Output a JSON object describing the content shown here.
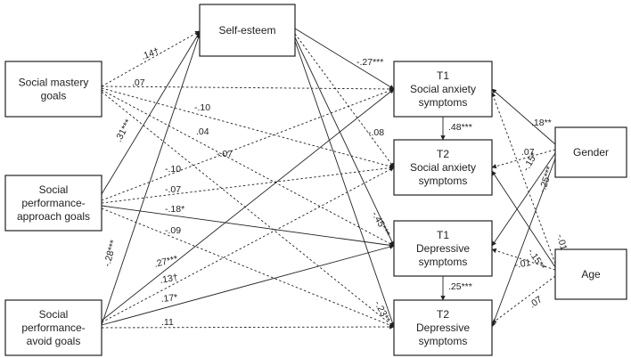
{
  "nodes": {
    "self_esteem": [
      "Self-esteem"
    ],
    "social_mastery": [
      "Social mastery",
      "goals"
    ],
    "perf_approach": [
      "Social",
      "performance-",
      "approach goals"
    ],
    "perf_avoid": [
      "Social",
      "performance-",
      "avoid goals"
    ],
    "t1_anx": [
      "T1",
      "Social anxiety",
      "symptoms"
    ],
    "t2_anx": [
      "T2",
      "Social anxiety",
      "symptoms"
    ],
    "t1_dep": [
      "T1",
      "Depressive",
      "symptoms"
    ],
    "t2_dep": [
      "T2",
      "Depressive",
      "symptoms"
    ],
    "gender": [
      "Gender"
    ],
    "age": [
      "Age"
    ]
  },
  "paths": [
    {
      "from": "social_mastery",
      "to": "self_esteem",
      "coef": ".14†",
      "style": "dashed"
    },
    {
      "from": "perf_approach",
      "to": "self_esteem",
      "coef": ".31***",
      "style": "solid"
    },
    {
      "from": "perf_avoid",
      "to": "self_esteem",
      "coef": "-.28***",
      "style": "solid"
    },
    {
      "from": "self_esteem",
      "to": "t1_anx",
      "coef": "-.27***",
      "style": "solid"
    },
    {
      "from": "self_esteem",
      "to": "t2_anx",
      "coef": "-.08",
      "style": "dashed"
    },
    {
      "from": "self_esteem",
      "to": "t1_dep",
      "coef": "-.45***",
      "style": "solid"
    },
    {
      "from": "self_esteem",
      "to": "t2_dep",
      "coef": "-.23**",
      "style": "solid"
    },
    {
      "from": "social_mastery",
      "to": "t1_anx",
      "coef": ".07",
      "style": "dashed"
    },
    {
      "from": "social_mastery",
      "to": "t2_anx",
      "coef": "-.10",
      "style": "dashed"
    },
    {
      "from": "social_mastery",
      "to": "t1_dep",
      "coef": ".04",
      "style": "dashed"
    },
    {
      "from": "social_mastery",
      "to": "t2_dep",
      "coef": "-.07",
      "style": "dashed"
    },
    {
      "from": "perf_approach",
      "to": "t1_anx",
      "coef": "-.10",
      "style": "dashed"
    },
    {
      "from": "perf_approach",
      "to": "t2_anx",
      "coef": "-.07",
      "style": "dashed"
    },
    {
      "from": "perf_approach",
      "to": "t1_dep",
      "coef": "-.18*",
      "style": "solid"
    },
    {
      "from": "perf_approach",
      "to": "t2_dep",
      "coef": "-.09",
      "style": "dashed"
    },
    {
      "from": "perf_avoid",
      "to": "t1_anx",
      "coef": ".27***",
      "style": "solid"
    },
    {
      "from": "perf_avoid",
      "to": "t2_anx",
      "coef": ".13†",
      "style": "dashed"
    },
    {
      "from": "perf_avoid",
      "to": "t1_dep",
      "coef": ".17*",
      "style": "solid"
    },
    {
      "from": "perf_avoid",
      "to": "t2_dep",
      "coef": ".11",
      "style": "dashed"
    },
    {
      "from": "t1_anx",
      "to": "t2_anx",
      "coef": ".48***",
      "style": "solid"
    },
    {
      "from": "t1_dep",
      "to": "t2_dep",
      "coef": ".25***",
      "style": "solid"
    },
    {
      "from": "gender",
      "to": "t1_anx",
      "coef": ".18**",
      "style": "solid"
    },
    {
      "from": "gender",
      "to": "t2_anx",
      "coef": ".07",
      "style": "dashed"
    },
    {
      "from": "gender",
      "to": "t1_dep",
      "coef": "-.15*",
      "style": "solid"
    },
    {
      "from": "gender",
      "to": "t2_dep",
      "coef": "-.25***",
      "style": "solid"
    },
    {
      "from": "age",
      "to": "t1_anx",
      "coef": "-.01",
      "style": "dashed"
    },
    {
      "from": "age",
      "to": "t2_anx",
      "coef": "-.15**",
      "style": "solid"
    },
    {
      "from": "age",
      "to": "t1_dep",
      "coef": "-.01",
      "style": "dashed"
    },
    {
      "from": "age",
      "to": "t2_dep",
      "coef": ".07",
      "style": "dashed"
    }
  ]
}
